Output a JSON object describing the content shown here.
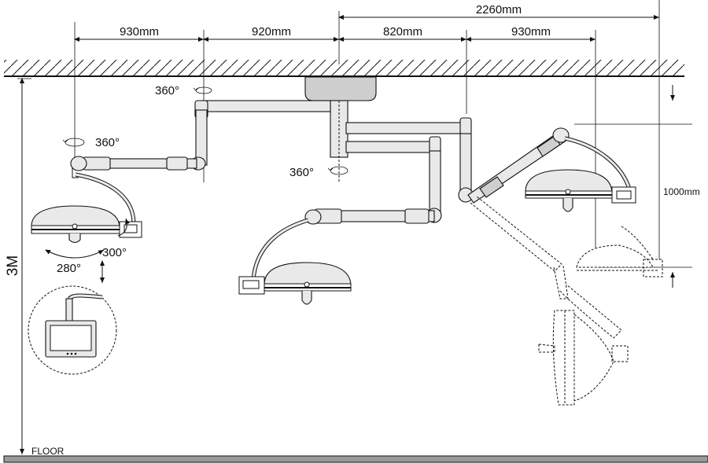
{
  "dimensions": {
    "total": "2260mm",
    "seg1": "930mm",
    "seg2": "920mm",
    "seg3": "820mm",
    "seg4": "930mm",
    "vertical_travel": "1000mm"
  },
  "rotations": {
    "top_joint": "360°",
    "left_joint": "360°",
    "center_joint": "360°",
    "head_tilt": "300°",
    "head_rotate": "280°"
  },
  "height": "3M",
  "floor": "FLOOR",
  "colors": {
    "line": "#111111",
    "arm_fill": "#e9e9e9",
    "floor": "#9a9a9a"
  }
}
